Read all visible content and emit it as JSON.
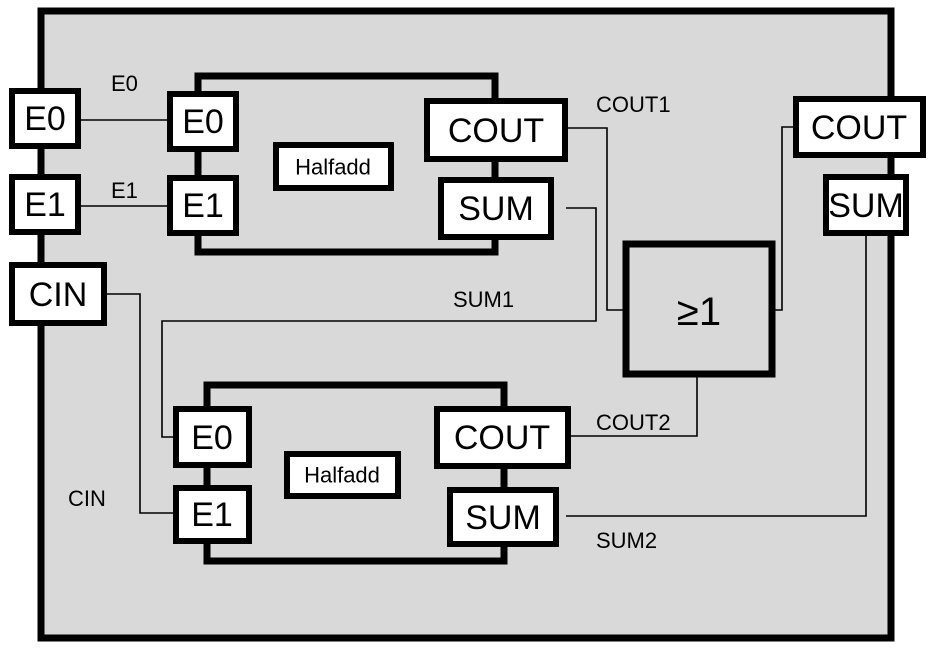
{
  "colors": {
    "background": "#d9d9d9",
    "line": "#000000",
    "box_fill": "#ffffff"
  },
  "outer_inputs": {
    "e0": "E0",
    "e1": "E1",
    "cin": "CIN"
  },
  "outer_outputs": {
    "cout": "COUT",
    "sum": "SUM"
  },
  "halfadder1": {
    "name": "Halfadd",
    "in_e0": "E0",
    "in_e1": "E1",
    "out_cout": "COUT",
    "out_sum": "SUM"
  },
  "halfadder2": {
    "name": "Halfadd",
    "in_e0": "E0",
    "in_e1": "E1",
    "out_cout": "COUT",
    "out_sum": "SUM"
  },
  "or_gate": {
    "symbol": "≥1"
  },
  "wire_labels": {
    "e0": "E0",
    "e1": "E1",
    "cin": "CIN",
    "cout1": "COUT1",
    "sum1": "SUM1",
    "cout2": "COUT2",
    "sum2": "SUM2"
  }
}
